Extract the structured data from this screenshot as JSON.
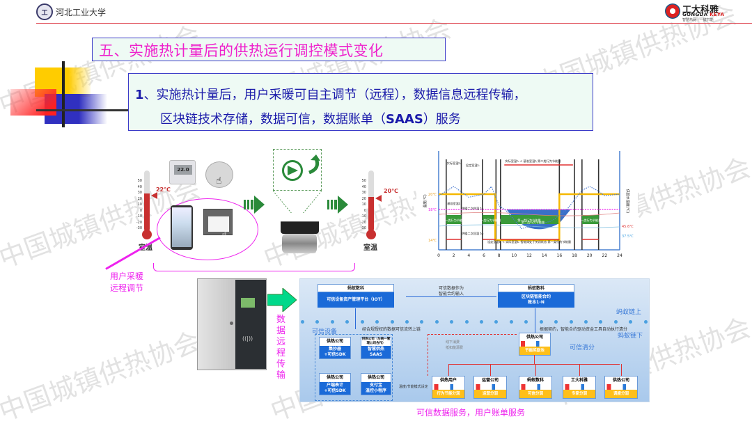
{
  "header": {
    "university": "河北工业大学",
    "university_logo_icon": "university-seal-icon",
    "brand_name": "工大科雅",
    "brand_sub_left": "GONGDA",
    "brand_sub_right": "KEYA",
    "brand_tag": "智慧热网 · 一键节能"
  },
  "title": "五、实施热计量后的供热运行调控模式变化",
  "subtitle": {
    "number": "1",
    "line1": "、实施热计量后，用户采暖可自主调节（远程），数据信息远程传输，",
    "line2_a": "区块链技术存储，数据可信，数据账单（",
    "line2_bold": "SAAS",
    "line2_b": "）服务"
  },
  "watermark": "中国城镇供热协会",
  "illustration": {
    "thermometer_left": {
      "reading": "22℃",
      "label": "室温",
      "value": 22
    },
    "thermometer_right": {
      "reading": "20℃",
      "label": "室温",
      "value": 20
    },
    "thermometer_scale": [
      "50",
      "40",
      "30",
      "20",
      "10",
      "0",
      "-10",
      "-20",
      "-30"
    ],
    "thermostat_display": "22.0",
    "remote_label_line1": "用户采暖",
    "remote_label_line2": "远程调节",
    "transmit_label": "数据远程传输"
  },
  "chart_data": {
    "type": "line",
    "title": "",
    "xlabel": "",
    "ylabel_left": "温度(℃)",
    "ylabel_right": "供回水温度(℃)",
    "x_ticks": [
      "0",
      "2",
      "4",
      "6",
      "8",
      "10",
      "12",
      "14",
      "16",
      "18",
      "20",
      "22",
      "24"
    ],
    "xlim": [
      0,
      24
    ],
    "y_ticks_left": [
      {
        "label": "20℃",
        "value": 20,
        "color": "#e8a020"
      },
      {
        "label": "18℃",
        "value": 18,
        "color": "#ee22ee"
      },
      {
        "label": "14℃",
        "value": 14,
        "color": "#e8a020"
      }
    ],
    "y_ticks_right": [
      {
        "label": "45.6℃",
        "color": "#e04040"
      },
      {
        "label": "37.5℃",
        "color": "#40a0e0"
      }
    ],
    "series": [
      {
        "name": "设定室温",
        "color": "#f5b800",
        "points": [
          [
            0,
            20
          ],
          [
            7.5,
            20
          ],
          [
            7.5,
            14
          ],
          [
            16,
            14
          ],
          [
            16,
            20
          ],
          [
            24,
            20
          ]
        ]
      },
      {
        "name": "基准室温",
        "color": "#ee22ee",
        "points": [
          [
            0,
            18
          ],
          [
            24,
            18
          ]
        ]
      },
      {
        "name": "实际室温",
        "color": "#4a7ad0",
        "points": [
          [
            0,
            19.8
          ],
          [
            2,
            21
          ],
          [
            4,
            19.6
          ],
          [
            6,
            20
          ],
          [
            7,
            21
          ],
          [
            8,
            18.5
          ],
          [
            9,
            17.8
          ],
          [
            11,
            15.5
          ],
          [
            13,
            16
          ],
          [
            15,
            16.5
          ],
          [
            17,
            18
          ],
          [
            19,
            20.5
          ],
          [
            20,
            21
          ],
          [
            21,
            20.5
          ],
          [
            22,
            19.8
          ],
          [
            24,
            20
          ]
        ]
      }
    ],
    "vertical_lines_x": [
      1,
      3,
      5.8,
      7.6,
      8.2,
      16,
      18,
      19,
      21.2
    ],
    "annotations": [
      {
        "text": "实际室温tₙ",
        "x": 2,
        "y": 22.5
      },
      {
        "text": "设定室温tₛ",
        "x": 4.5,
        "y": 22
      },
      {
        "text": "基准室温tⱼ",
        "x": 2,
        "y": 16.5
      },
      {
        "text": "实际室温tₙ < 基准室温tⱼ 第二类行为节能量",
        "x": 12.5,
        "y": 23
      },
      {
        "text": "第二类行为节能量",
        "x": 12.5,
        "y": 16.2
      },
      {
        "text": "供暖二次供温 tₛᵧ",
        "x": 4.5,
        "y": 13
      },
      {
        "text": "供暖二次回温 tₕᵧ",
        "x": 4.5,
        "y": 9.5
      },
      {
        "text": "第一类行为节能量",
        "x": 2,
        "y": 11
      },
      {
        "text": "第一类行为节能量",
        "x": 6.7,
        "y": 11
      },
      {
        "text": "第一类行为节能量",
        "x": 12,
        "y": 11
      },
      {
        "text": "第一类行为节能量",
        "x": 20,
        "y": 11
      },
      {
        "text": "设定室温tₛ < 实际室温tₙ 智能阀处于关闭状态 第一类行为节能量",
        "x": 12,
        "y": 7.5
      }
    ],
    "red_spans": [
      [
        1,
        3
      ],
      [
        5.8,
        7.6
      ],
      [
        8.2,
        16
      ],
      [
        8.7,
        17.8
      ],
      [
        19,
        21.2
      ]
    ]
  },
  "blockchain": {
    "top_left_box": {
      "header": "蚂蚁数科",
      "body": "可信设备资产管理平台（IOT）"
    },
    "flow_label": [
      "可信数据作为",
      "智能合约输入"
    ],
    "top_right_box": {
      "header": "蚂蚁数科",
      "body_line1": "区块链智能合约",
      "body_line2": "账本1-N"
    },
    "chain_upper": "蚂蚁链上",
    "chain_lower": "蚂蚁链下",
    "trusted_devices": "可信设备",
    "uplink_note": "经合规授权的数据可信流转上链",
    "contract_note": "根据契约，智能合约驱动资金工具自动执行清分",
    "trusted_clearing": "可信清分",
    "offline_notes": [
      "线下消费",
      "抵扣能源费"
    ],
    "mode_note": "温度/节能模式设定",
    "devices": [
      {
        "header": "供热公司",
        "body_line1": "集抄器",
        "body_line2": "+可信SDK"
      },
      {
        "header": "供热公司（与统一管理公司合作）",
        "body_line1": "智慧供热",
        "body_line2": "SAAS"
      },
      {
        "header": "供热公司",
        "body_line1": "户端表计",
        "body_line2": "+可信SDK"
      },
      {
        "header": "供热公司",
        "body_line1": "支付宝",
        "body_line2": "温控小程序"
      }
    ],
    "center_company": {
      "name": "供热公司",
      "pool": "节能奖励池"
    },
    "recipients": [
      {
        "name": "供热用户",
        "share": "行为节能分润"
      },
      {
        "name": "运营公司",
        "share": "运营分润"
      },
      {
        "name": "蚂蚁数科",
        "share": "可信分润"
      },
      {
        "name": "工大科雅",
        "share": "专家分润"
      },
      {
        "name": "供热公司",
        "share": "调度分润"
      }
    ]
  },
  "footer": "可信数据服务，用户账单服务"
}
